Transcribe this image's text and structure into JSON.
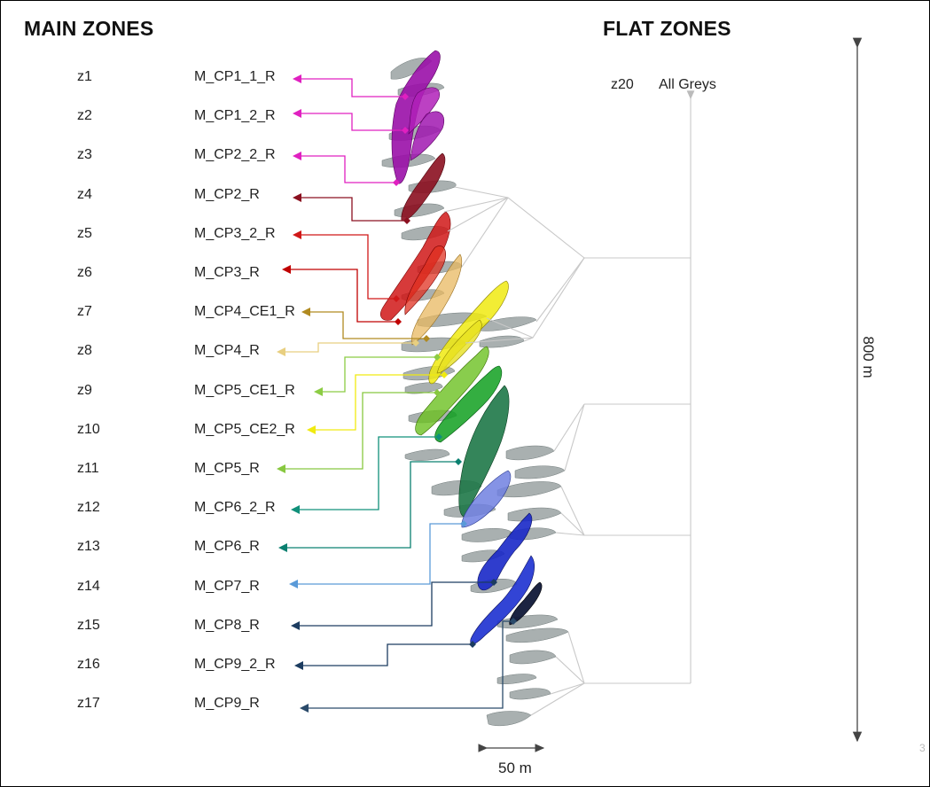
{
  "title_main": "MAIN ZONES",
  "title_flat": "FLAT ZONES",
  "main_zones": [
    {
      "id": "z1",
      "name": "M_CP1_1_R",
      "color": "#e020c0"
    },
    {
      "id": "z2",
      "name": "M_CP1_2_R",
      "color": "#e020c0"
    },
    {
      "id": "z3",
      "name": "M_CP2_2_R",
      "color": "#e020c0"
    },
    {
      "id": "z4",
      "name": "M_CP2_R",
      "color": "#8b1020"
    },
    {
      "id": "z5",
      "name": "M_CP3_2_R",
      "color": "#d01818"
    },
    {
      "id": "z6",
      "name": "M_CP3_R",
      "color": "#c00000"
    },
    {
      "id": "z7",
      "name": "M_CP4_CE1_R",
      "color": "#b08a20"
    },
    {
      "id": "z8",
      "name": "M_CP4_R",
      "color": "#e8cf80"
    },
    {
      "id": "z9",
      "name": "M_CP5_CE1_R",
      "color": "#8ccc44"
    },
    {
      "id": "z10",
      "name": "M_CP5_CE2_R",
      "color": "#f0ea10"
    },
    {
      "id": "z11",
      "name": "M_CP5_R",
      "color": "#88c840"
    },
    {
      "id": "z12",
      "name": "M_CP6_2_R",
      "color": "#10907a"
    },
    {
      "id": "z13",
      "name": "M_CP6_R",
      "color": "#0a8070"
    },
    {
      "id": "z14",
      "name": "M_CP7_R",
      "color": "#5a9ad8"
    },
    {
      "id": "z15",
      "name": "M_CP8_R",
      "color": "#1c3c60"
    },
    {
      "id": "z16",
      "name": "M_CP9_2_R",
      "color": "#1c3c60"
    },
    {
      "id": "z17",
      "name": "M_CP9_R",
      "color": "#2a4a6a"
    }
  ],
  "flat_zone": {
    "id": "z20",
    "name": "All Greys",
    "color": "#c8c8c8"
  },
  "scale_vertical": "800 m",
  "scale_horizontal": "50 m",
  "page_number": "3"
}
